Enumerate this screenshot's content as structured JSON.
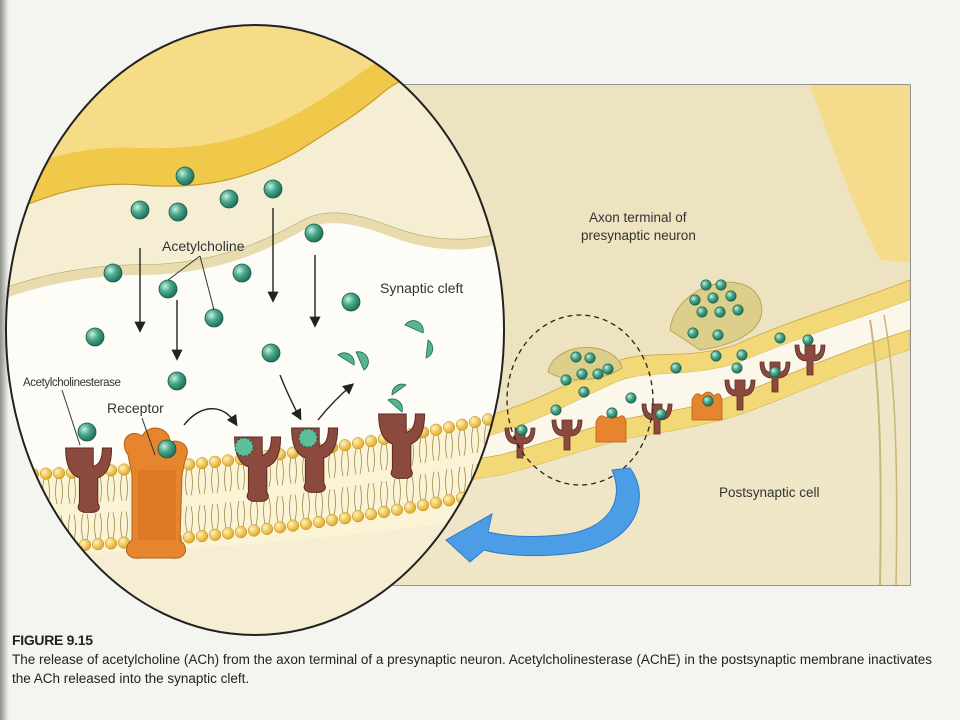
{
  "labels": {
    "acetylcholine": "Acetylcholine",
    "synaptic_cleft": "Synaptic cleft",
    "acetylcholinesterase": "Acetylcholinesterase",
    "receptor": "Receptor",
    "axon_terminal_line1": "Axon terminal of",
    "axon_terminal_line2": "presynaptic neuron",
    "postsynaptic_cell": "Postsynaptic cell"
  },
  "caption": {
    "figure_number": "FIGURE 9.15",
    "text": "The release of acetylcholine (ACh) from the axon terminal of a presynaptic neuron. Acetylcholinesterase (AChE) in the postsynaptic membrane inactivates the ACh released into the synaptic cleft."
  },
  "colors": {
    "neuron_fill": "#efe5c6",
    "membrane_yellow": "#f3d36a",
    "ach_green": "#3f9c82",
    "receptor_brown": "#8c4a3e",
    "enzyme_orange": "#e7852e",
    "arrow_blue": "#4b9ee6"
  }
}
